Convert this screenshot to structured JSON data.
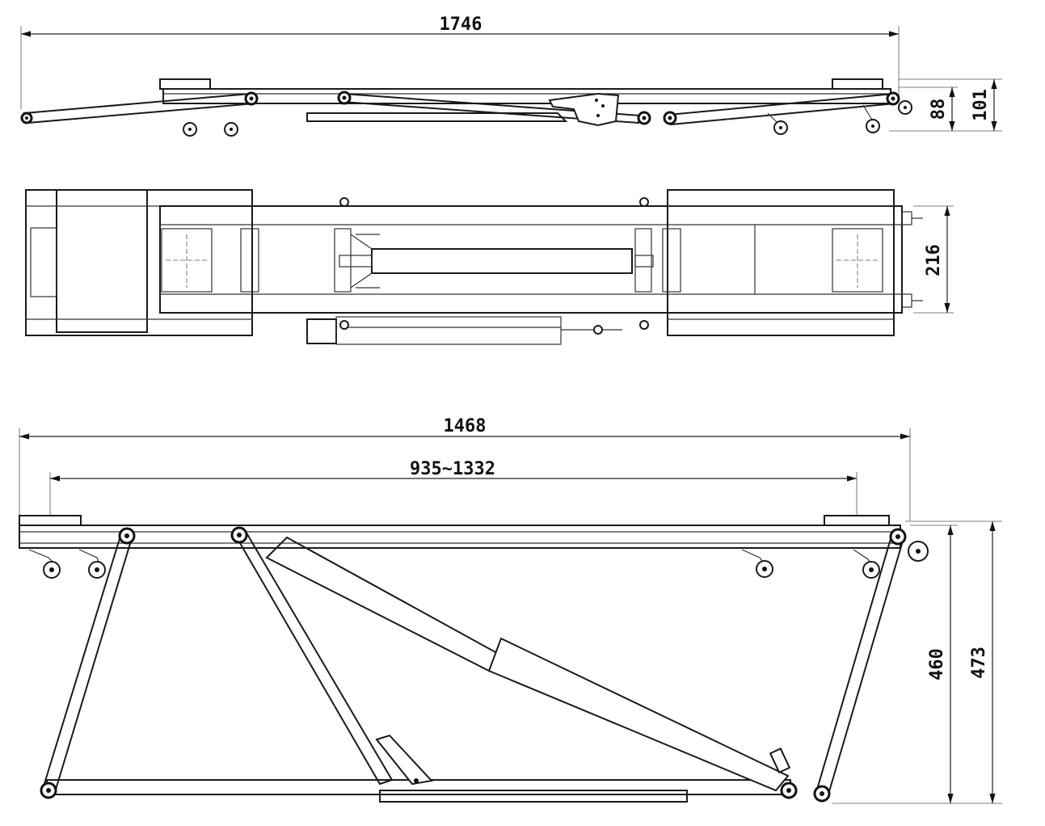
{
  "drawing": {
    "top_view": {
      "overall_length": "1746",
      "deck_height_inner": "88",
      "deck_height_outer": "101"
    },
    "plan_view": {
      "deck_width": "216"
    },
    "side_view_raised": {
      "overall_length": "1468",
      "pad_span": "935~1332",
      "lift_height_inner": "460",
      "lift_height_outer": "473"
    }
  }
}
